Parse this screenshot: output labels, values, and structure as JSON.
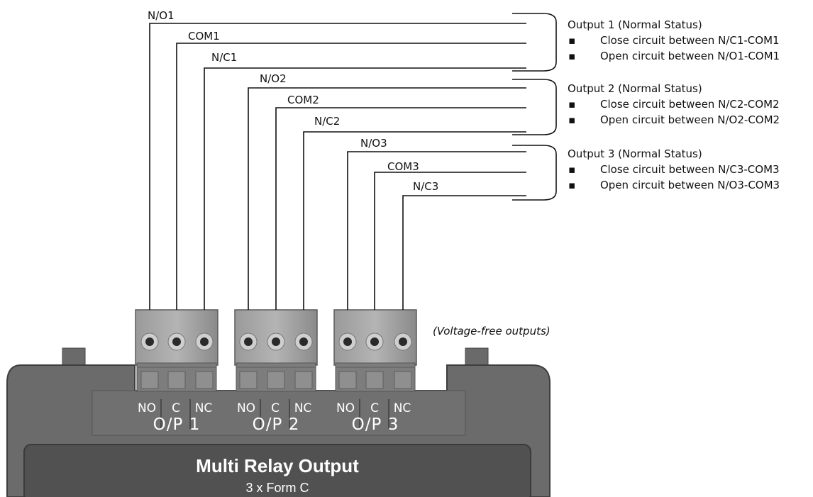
{
  "wires": [
    {
      "label": "N/O1"
    },
    {
      "label": "COM1"
    },
    {
      "label": "N/C1"
    },
    {
      "label": "N/O2"
    },
    {
      "label": "COM2"
    },
    {
      "label": "N/C2"
    },
    {
      "label": "N/O3"
    },
    {
      "label": "COM3"
    },
    {
      "label": "N/C3"
    }
  ],
  "outputs": [
    {
      "title": "Output 1 (Normal Status)",
      "lines": [
        "Close circuit between N/C1-COM1",
        "Open circuit between N/O1-COM1"
      ]
    },
    {
      "title": "Output 2 (Normal Status)",
      "lines": [
        "Close circuit between N/C2-COM2",
        "Open circuit between N/O2-COM2"
      ]
    },
    {
      "title": "Output 3 (Normal Status)",
      "lines": [
        "Close circuit between N/C3-COM3",
        "Open circuit between N/O3-COM3"
      ]
    }
  ],
  "note": "(Voltage-free outputs)",
  "terminal_labels": [
    "NO",
    "C",
    "NC"
  ],
  "blocks": [
    {
      "label": "O/P 1"
    },
    {
      "label": "O/P 2"
    },
    {
      "label": "O/P 3"
    }
  ],
  "device": {
    "title": "Multi Relay Output",
    "subtitle": "3 x Form C"
  },
  "bullet_char": "▪",
  "colors": {
    "wire": "#111111",
    "housing": "#6b6b6b",
    "panel": "#4f4f4f",
    "terminal": "#888888"
  }
}
